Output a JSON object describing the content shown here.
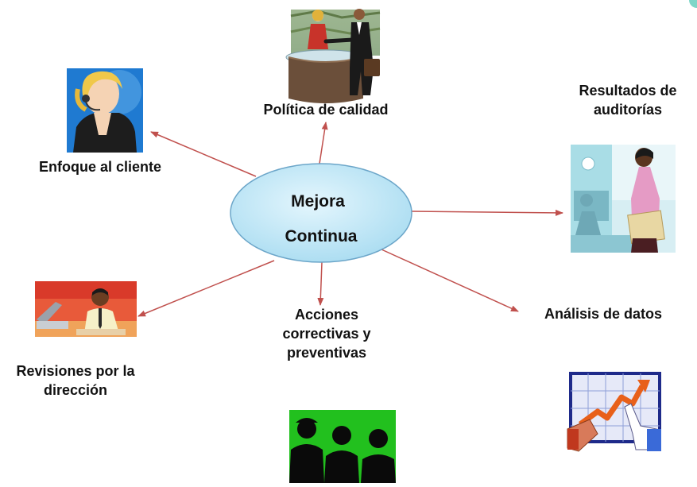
{
  "center": {
    "line1": "Mejora",
    "line2": "Continua"
  },
  "nodes": {
    "politica": {
      "label": "Política de calidad",
      "icon": "business-handshake-icon"
    },
    "enfoque": {
      "label": "Enfoque al cliente",
      "icon": "call-center-operator-icon"
    },
    "resultados": {
      "line1": "Resultados de",
      "line2": "auditorías",
      "icon": "office-worker-icon"
    },
    "analisis": {
      "label": "Análisis de datos",
      "icon": "growth-chart-icon"
    },
    "acciones": {
      "line1": "Acciones",
      "line2": "correctivas y",
      "line3": "preventivas",
      "icon": "worker-silhouettes-icon"
    },
    "revisiones": {
      "line1": "Revisiones por la",
      "line2": "dirección",
      "icon": "manager-at-desk-icon"
    }
  },
  "colors": {
    "ellipse_fill": "#bfe6f5",
    "ellipse_stroke": "#6ca6c9",
    "arrow": "#c0504d",
    "green_bg": "#1fbf1f",
    "chart_bg": "#2a3a9a"
  }
}
